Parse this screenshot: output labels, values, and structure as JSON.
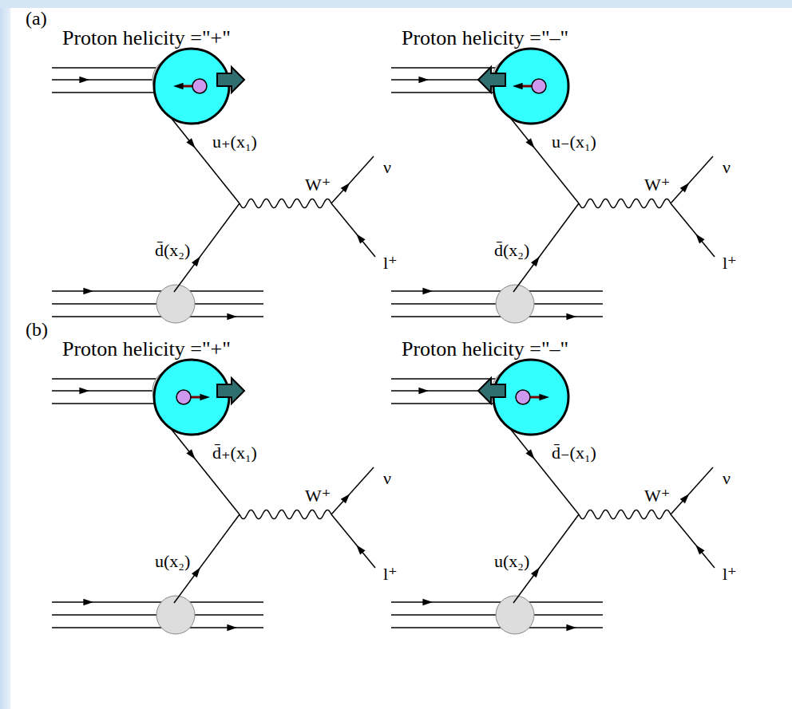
{
  "diagram": {
    "labels": [
      "(a)",
      "Proton helicity =\"+\"",
      "u₊(x₁)",
      "W⁺",
      "ν",
      "l⁺",
      "d̄(x₂)",
      "Proton helicity =\"–\"",
      "u₋(x₁)",
      "W⁺",
      "ν",
      "l⁺",
      "d̄(x₂)",
      "(b)",
      "Proton helicity =\"+\"",
      "d̄₊(x₁)",
      "W⁺",
      "ν",
      "l⁺",
      "u(x₂)",
      "Proton helicity =\"–\"",
      "d̄₋(x₁)",
      "W⁺",
      "ν",
      "l⁺",
      "u(x₂)"
    ]
  }
}
